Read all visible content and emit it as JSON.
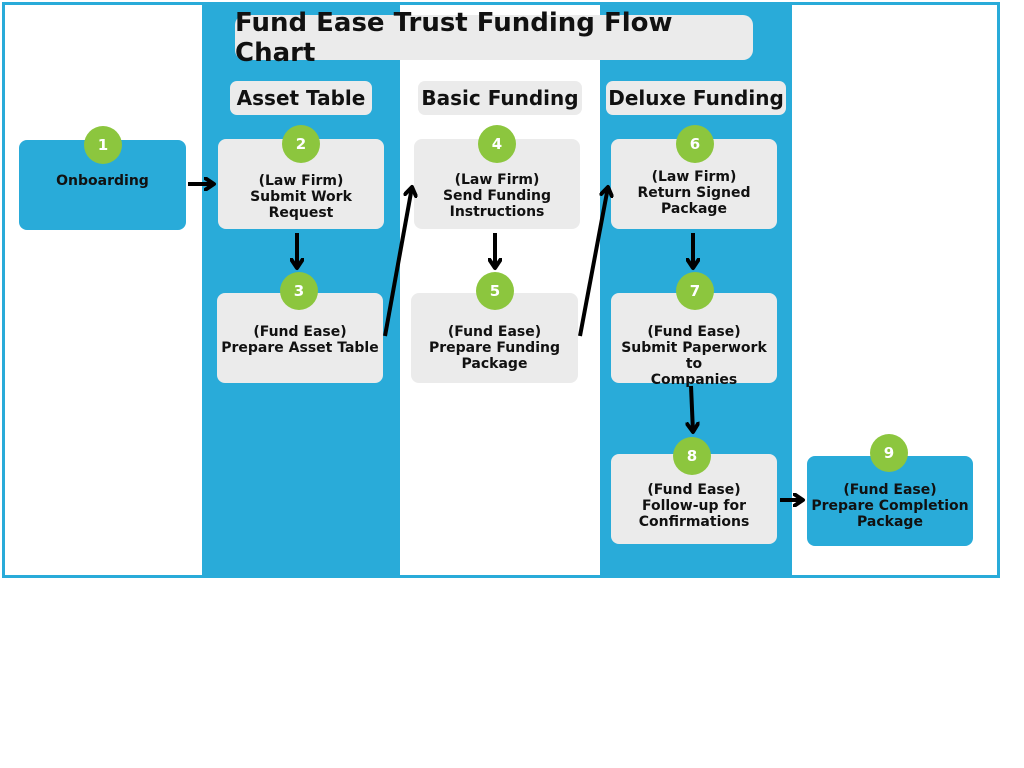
{
  "title": "Fund Ease Trust Funding Flow Chart",
  "columns": {
    "asset_table": "Asset Table",
    "basic_funding": "Basic Funding",
    "deluxe_funding": "Deluxe Funding"
  },
  "steps": [
    {
      "number": "1",
      "actor": "",
      "label": "Onboarding"
    },
    {
      "number": "2",
      "actor": "(Law Firm)",
      "label": "Submit Work\nRequest"
    },
    {
      "number": "3",
      "actor": "(Fund Ease)",
      "label": "Prepare Asset Table"
    },
    {
      "number": "4",
      "actor": "(Law Firm)",
      "label": "Send Funding\nInstructions"
    },
    {
      "number": "5",
      "actor": "(Fund Ease)",
      "label": "Prepare Funding\nPackage"
    },
    {
      "number": "6",
      "actor": "(Law Firm)",
      "label": "Return Signed\nPackage"
    },
    {
      "number": "7",
      "actor": "(Fund Ease)",
      "label": "Submit Paperwork to\nCompanies"
    },
    {
      "number": "8",
      "actor": "(Fund Ease)",
      "label": "Follow-up for\nConfirmations"
    },
    {
      "number": "9",
      "actor": "(Fund Ease)",
      "label": "Prepare Completion\nPackage"
    }
  ],
  "colors": {
    "band_blue": "#29ABD9",
    "box_gray": "#EBEBEB",
    "badge_green": "#8CC63E",
    "arrow": "#000000"
  }
}
